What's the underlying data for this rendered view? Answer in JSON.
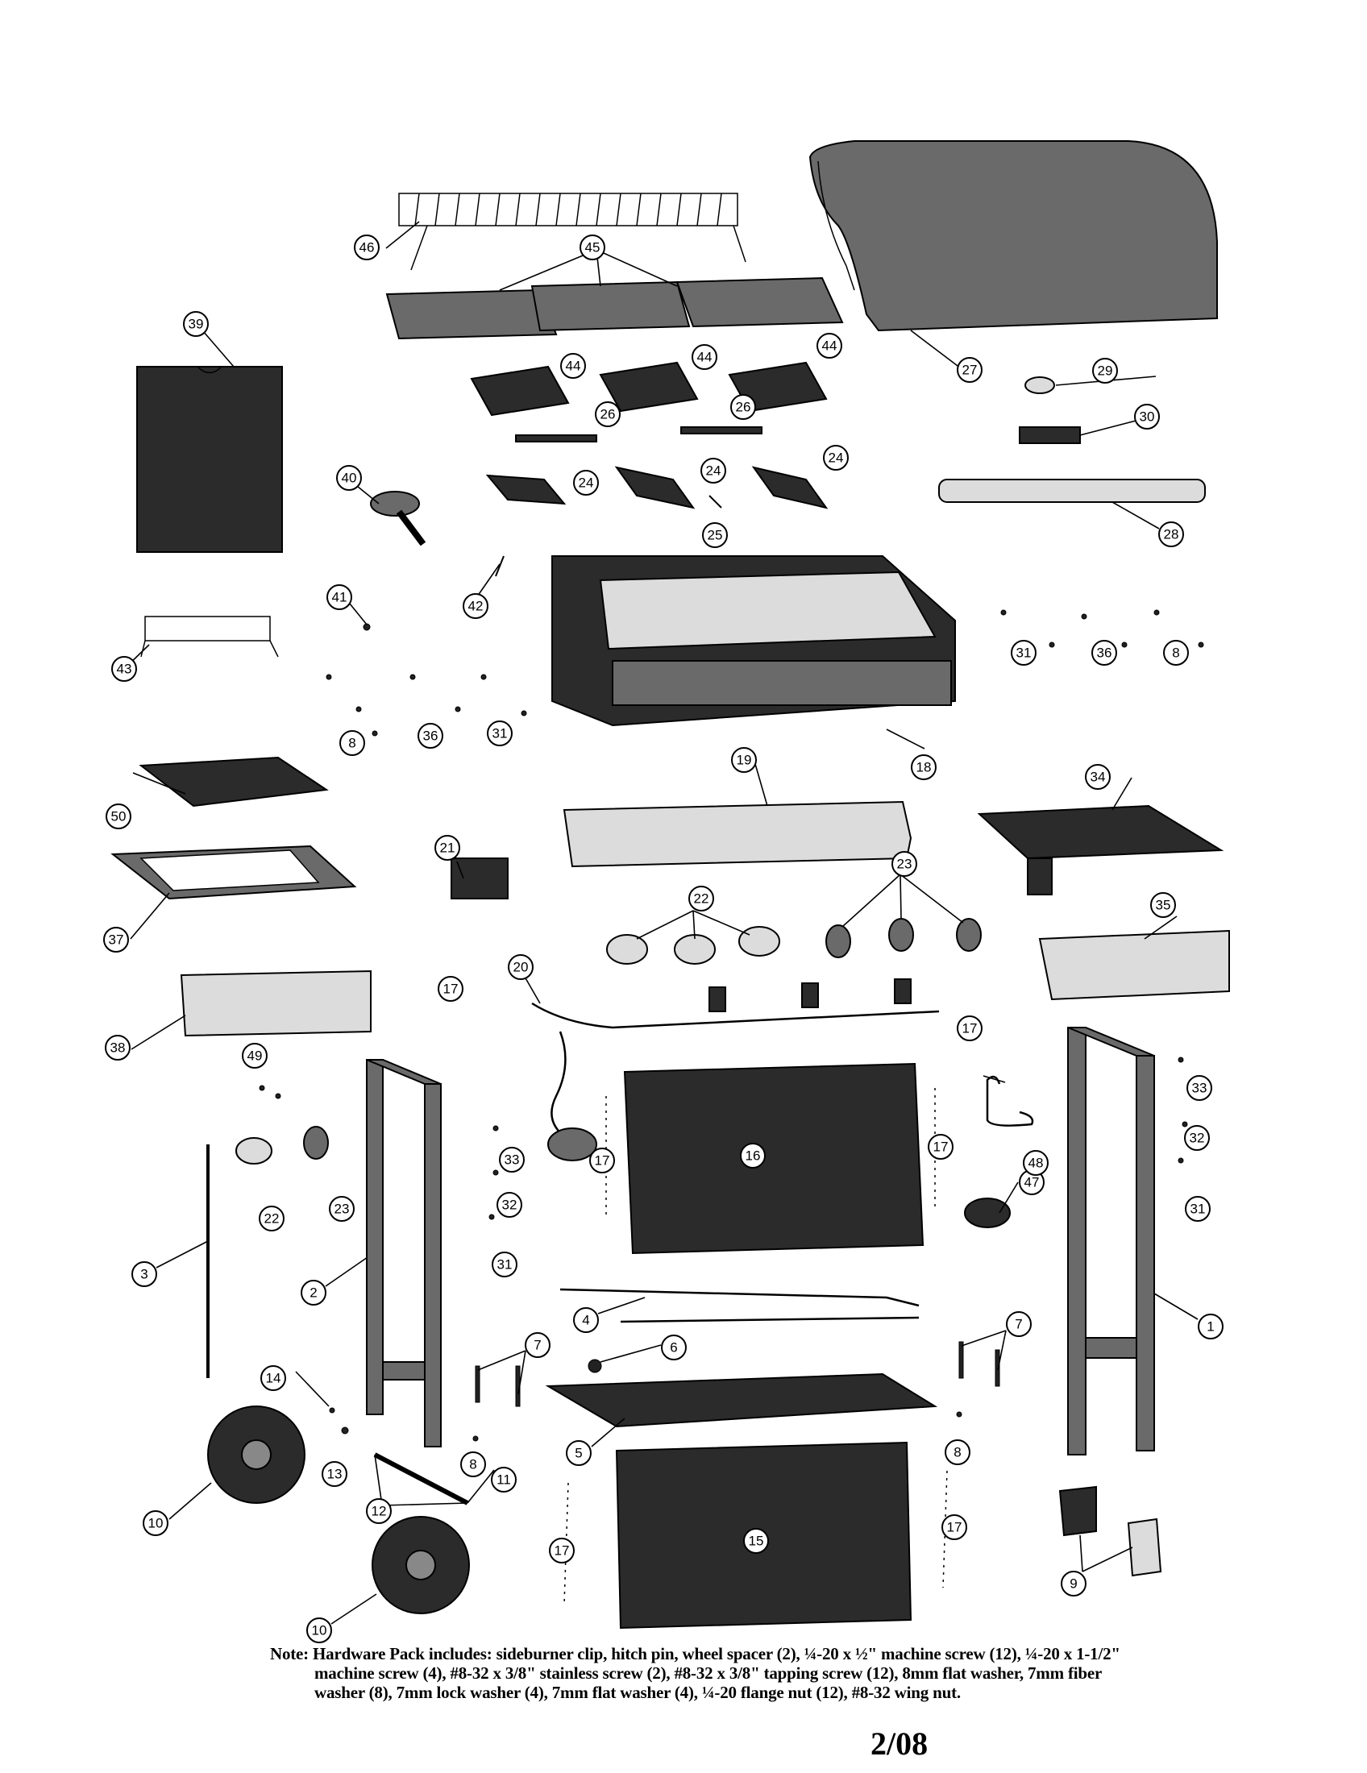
{
  "callouts": [
    "1",
    "2",
    "3",
    "4",
    "5",
    "6",
    "7",
    "7",
    "8",
    "8",
    "8",
    "8",
    "9",
    "10",
    "10",
    "11",
    "12",
    "13",
    "14",
    "15",
    "16",
    "17",
    "17",
    "17",
    "17",
    "17",
    "17",
    "18",
    "19",
    "20",
    "21",
    "22",
    "22",
    "23",
    "23",
    "24",
    "24",
    "24",
    "25",
    "26",
    "26",
    "27",
    "28",
    "29",
    "30",
    "31",
    "31",
    "31",
    "31",
    "32",
    "32",
    "33",
    "33",
    "34",
    "35",
    "36",
    "36",
    "37",
    "38",
    "39",
    "40",
    "41",
    "42",
    "43",
    "44",
    "44",
    "44",
    "45",
    "46",
    "47",
    "48",
    "49",
    "50"
  ],
  "note": {
    "line1": "Note: Hardware Pack includes: sideburner clip, hitch pin, wheel spacer (2), ¼-20 x ½\" machine screw (12), ¼-20 x 1-1/2\"",
    "line2": "machine screw (4), #8-32 x 3/8\" stainless screw (2), #8-32 x 3/8\" tapping screw (12), 8mm flat washer, 7mm fiber",
    "line3": "washer (8), 7mm lock washer (4), 7mm flat washer (4), ¼-20 flange nut (12), #8-32 wing nut."
  },
  "revision": "2/08"
}
